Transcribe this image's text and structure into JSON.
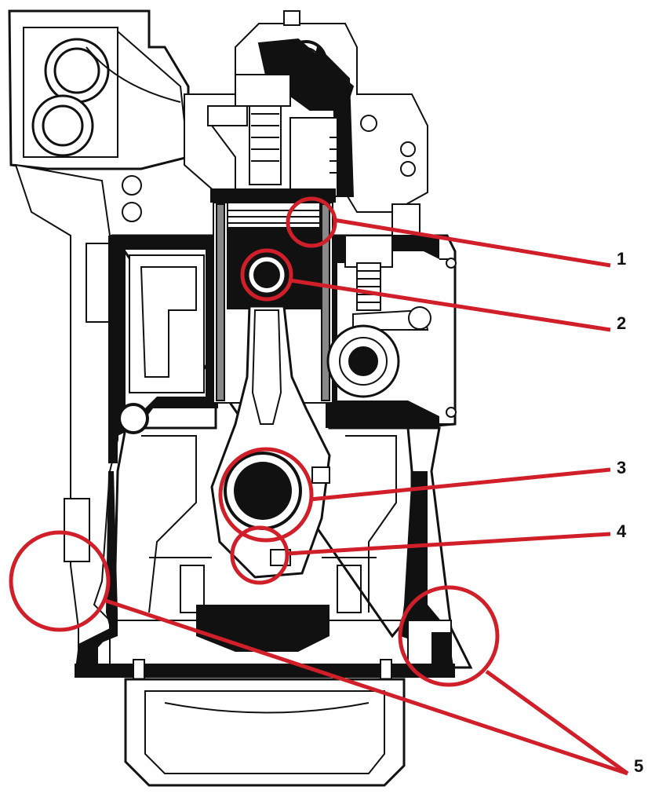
{
  "callouts": [
    {
      "number": "1"
    },
    {
      "number": "2"
    },
    {
      "number": "3"
    },
    {
      "number": "4"
    },
    {
      "number": "5"
    }
  ],
  "colors": {
    "callout": "#d11f2a",
    "ink": "#111111",
    "paper": "#ffffff"
  }
}
